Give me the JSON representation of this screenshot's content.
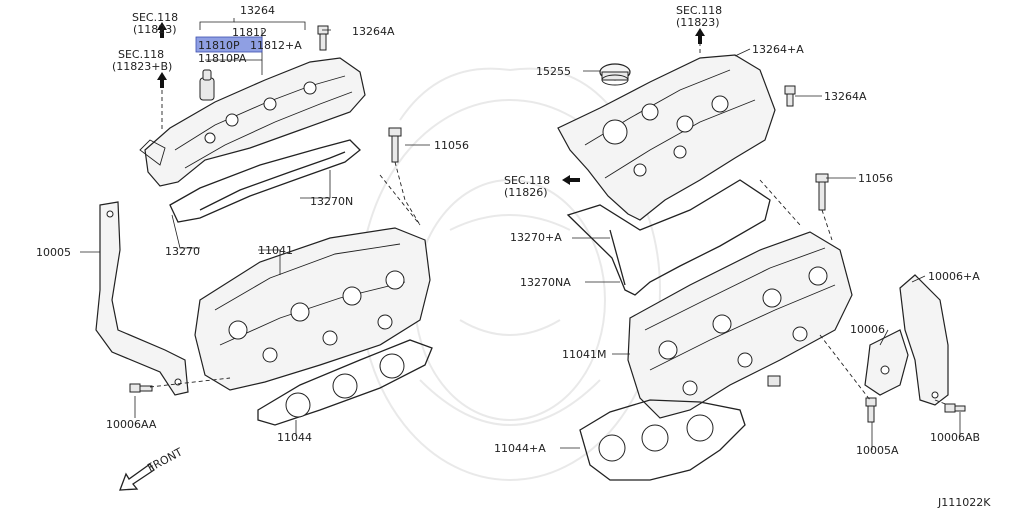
{
  "labels": {
    "sec118_a": "SEC.118",
    "sec118_a_sub": "(11823)",
    "sec118_b": "SEC.118",
    "sec118_b_sub": "(11823+B)",
    "p13264": "13264",
    "p11812": "11812",
    "p11810p": "11810P",
    "p11812a": "11812+A",
    "p11810pa": "11810PA",
    "p13264a_left": "13264A",
    "p11056_left": "11056",
    "p13270n": "13270N",
    "p13270": "13270",
    "p10005": "10005",
    "p11041": "11041",
    "p10006aa": "10006AA",
    "p11044": "11044",
    "front": "FRONT",
    "sec118_c": "SEC.118",
    "sec118_c_sub": "(11823)",
    "p13264plusA": "13264+A",
    "p15255": "15255",
    "p13264a_right": "13264A",
    "sec118_d": "SEC.118",
    "sec118_d_sub": "(11826)",
    "p11056_right": "11056",
    "p13270plusA": "13270+A",
    "p13270na": "13270NA",
    "p10006plusA": "10006+A",
    "p10006": "10006",
    "p11041m": "11041M",
    "p10005a": "10005A",
    "p10006ab": "10006AB",
    "p11044plusA": "11044+A",
    "diagram_code": "J111022K"
  },
  "highlight": {
    "part": "11810P",
    "color": "#8f9fe3"
  }
}
